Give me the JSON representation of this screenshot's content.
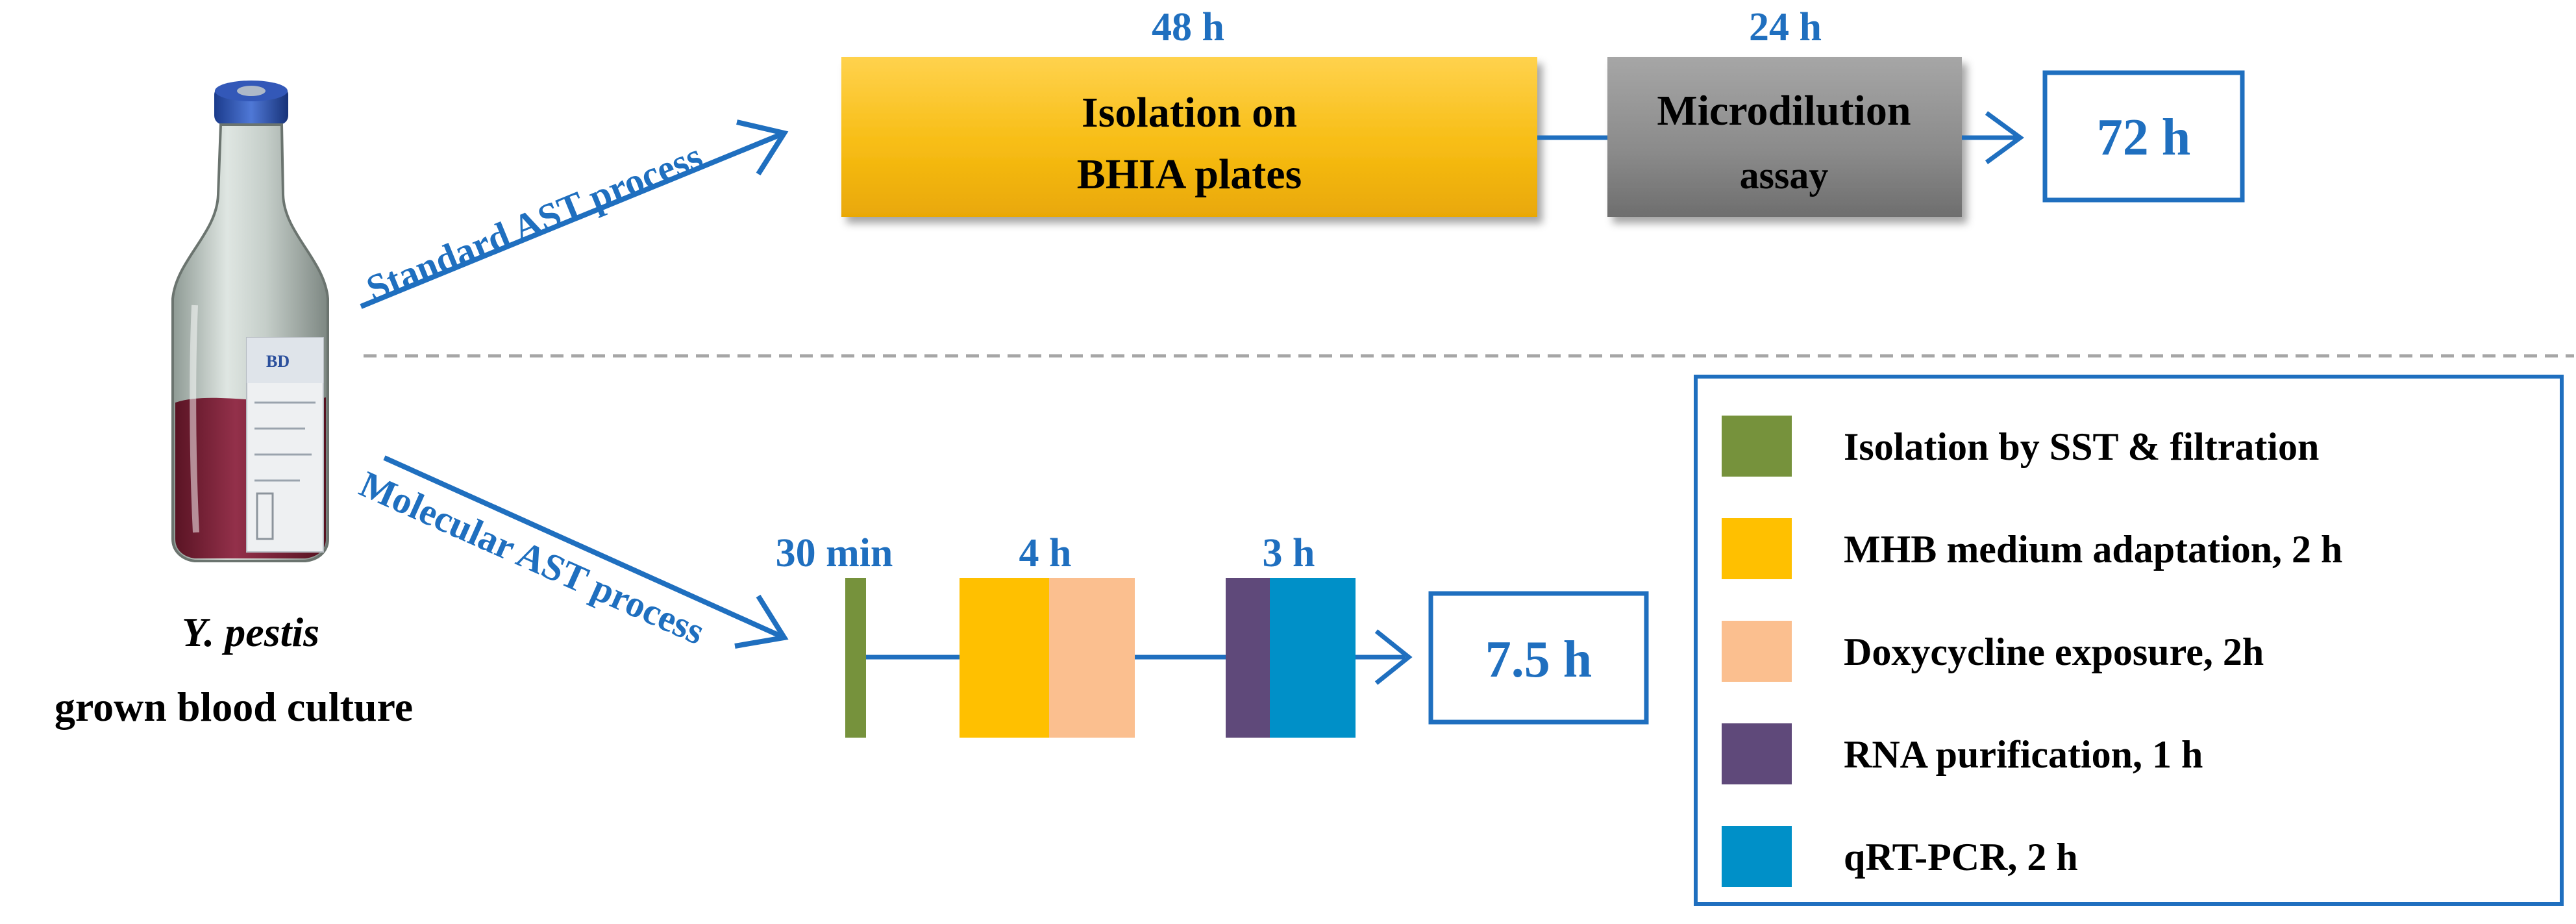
{
  "sample": {
    "label_line1": "Y. pestis",
    "label_line2": "grown blood culture",
    "bottle_label_text": "BD"
  },
  "standard": {
    "process_label": "Standard AST process",
    "step1": {
      "time": "48 h",
      "line1": "Isolation on",
      "line2": "BHIA plates"
    },
    "step2": {
      "time": "24 h",
      "line1": "Microdilution",
      "line2": "assay"
    },
    "total": "72 h"
  },
  "molecular": {
    "process_label": "Molecular AST process",
    "times": [
      "30 min",
      "4 h",
      "3 h"
    ],
    "total": "7.5 h"
  },
  "legend": [
    {
      "label": "Isolation by SST & filtration",
      "color": "#76923c"
    },
    {
      "label": "MHB medium adaptation, 2 h",
      "color": "#ffc000"
    },
    {
      "label": "Doxycycline exposure, 2h",
      "color": "#fbbf8f"
    },
    {
      "label": "RNA purification, 1 h",
      "color": "#5f497a"
    },
    {
      "label": "qRT-PCR, 2 h",
      "color": "#0090c8"
    }
  ],
  "colors": {
    "accent_blue": "#1f6fbf",
    "gold": "#f5b80f",
    "gray": "#8c8c8c",
    "divider": "#a6a6a6"
  }
}
